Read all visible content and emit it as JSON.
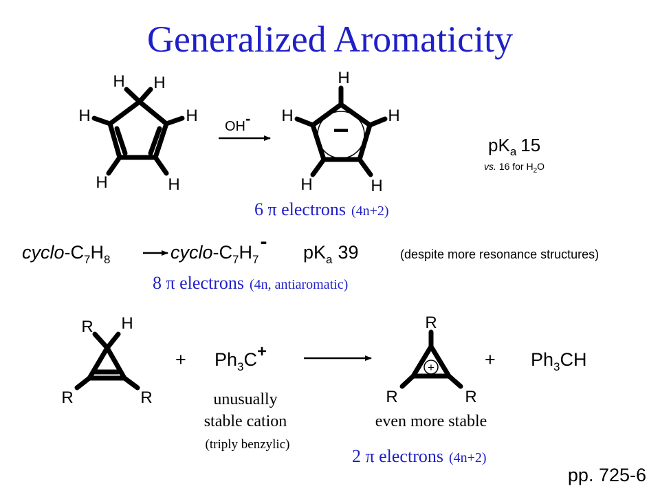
{
  "slide": {
    "title": "Generalized Aromaticity",
    "page_ref": "pp. 725-6",
    "colors": {
      "title": "#1f1fc8",
      "highlight": "#1f1fc8",
      "text": "#000000"
    }
  },
  "reaction1": {
    "reagent": "OH",
    "reagent_charge": "-",
    "reactant_h": [
      "H",
      "H",
      "H",
      "H",
      "H",
      "H"
    ],
    "product_h": [
      "H",
      "H",
      "H",
      "H",
      "H"
    ],
    "product_charge": "−",
    "pka_label": "pK",
    "pka_sub": "a",
    "pka_value": "15",
    "vs_prefix": "vs.",
    "vs_text": " 16 for H",
    "vs_sub": "2",
    "vs_end": "O",
    "electrons": "6 π electrons",
    "electrons_rule": "(4n+2)"
  },
  "reaction2": {
    "cyclo_prefix": "cyclo",
    "reactant_formula": {
      "a": "-C",
      "s1": "7",
      "b": "H",
      "s2": "8"
    },
    "product_formula": {
      "a": "-C",
      "s1": "7",
      "b": "H",
      "s2": "7",
      "charge": "-"
    },
    "pka_label": "pK",
    "pka_sub": "a",
    "pka_value": "39",
    "note": "(despite more resonance structures)",
    "electrons": "8 π electrons",
    "electrons_rule": "(4n, antiaromatic)"
  },
  "reaction3": {
    "substituents": {
      "r": "R",
      "h": "H"
    },
    "plus": "+",
    "trityl": {
      "a": "Ph",
      "s": "3",
      "b": "C",
      "charge": "+"
    },
    "cation_note": [
      "unusually",
      "stable cation"
    ],
    "cation_note_small": "(triply benzylic)",
    "product_charge": "+",
    "product_note": "even more stable",
    "triphenylmethane": {
      "a": "Ph",
      "s": "3",
      "b": "CH"
    },
    "electrons": "2 π electrons",
    "electrons_rule": "(4n+2)"
  }
}
